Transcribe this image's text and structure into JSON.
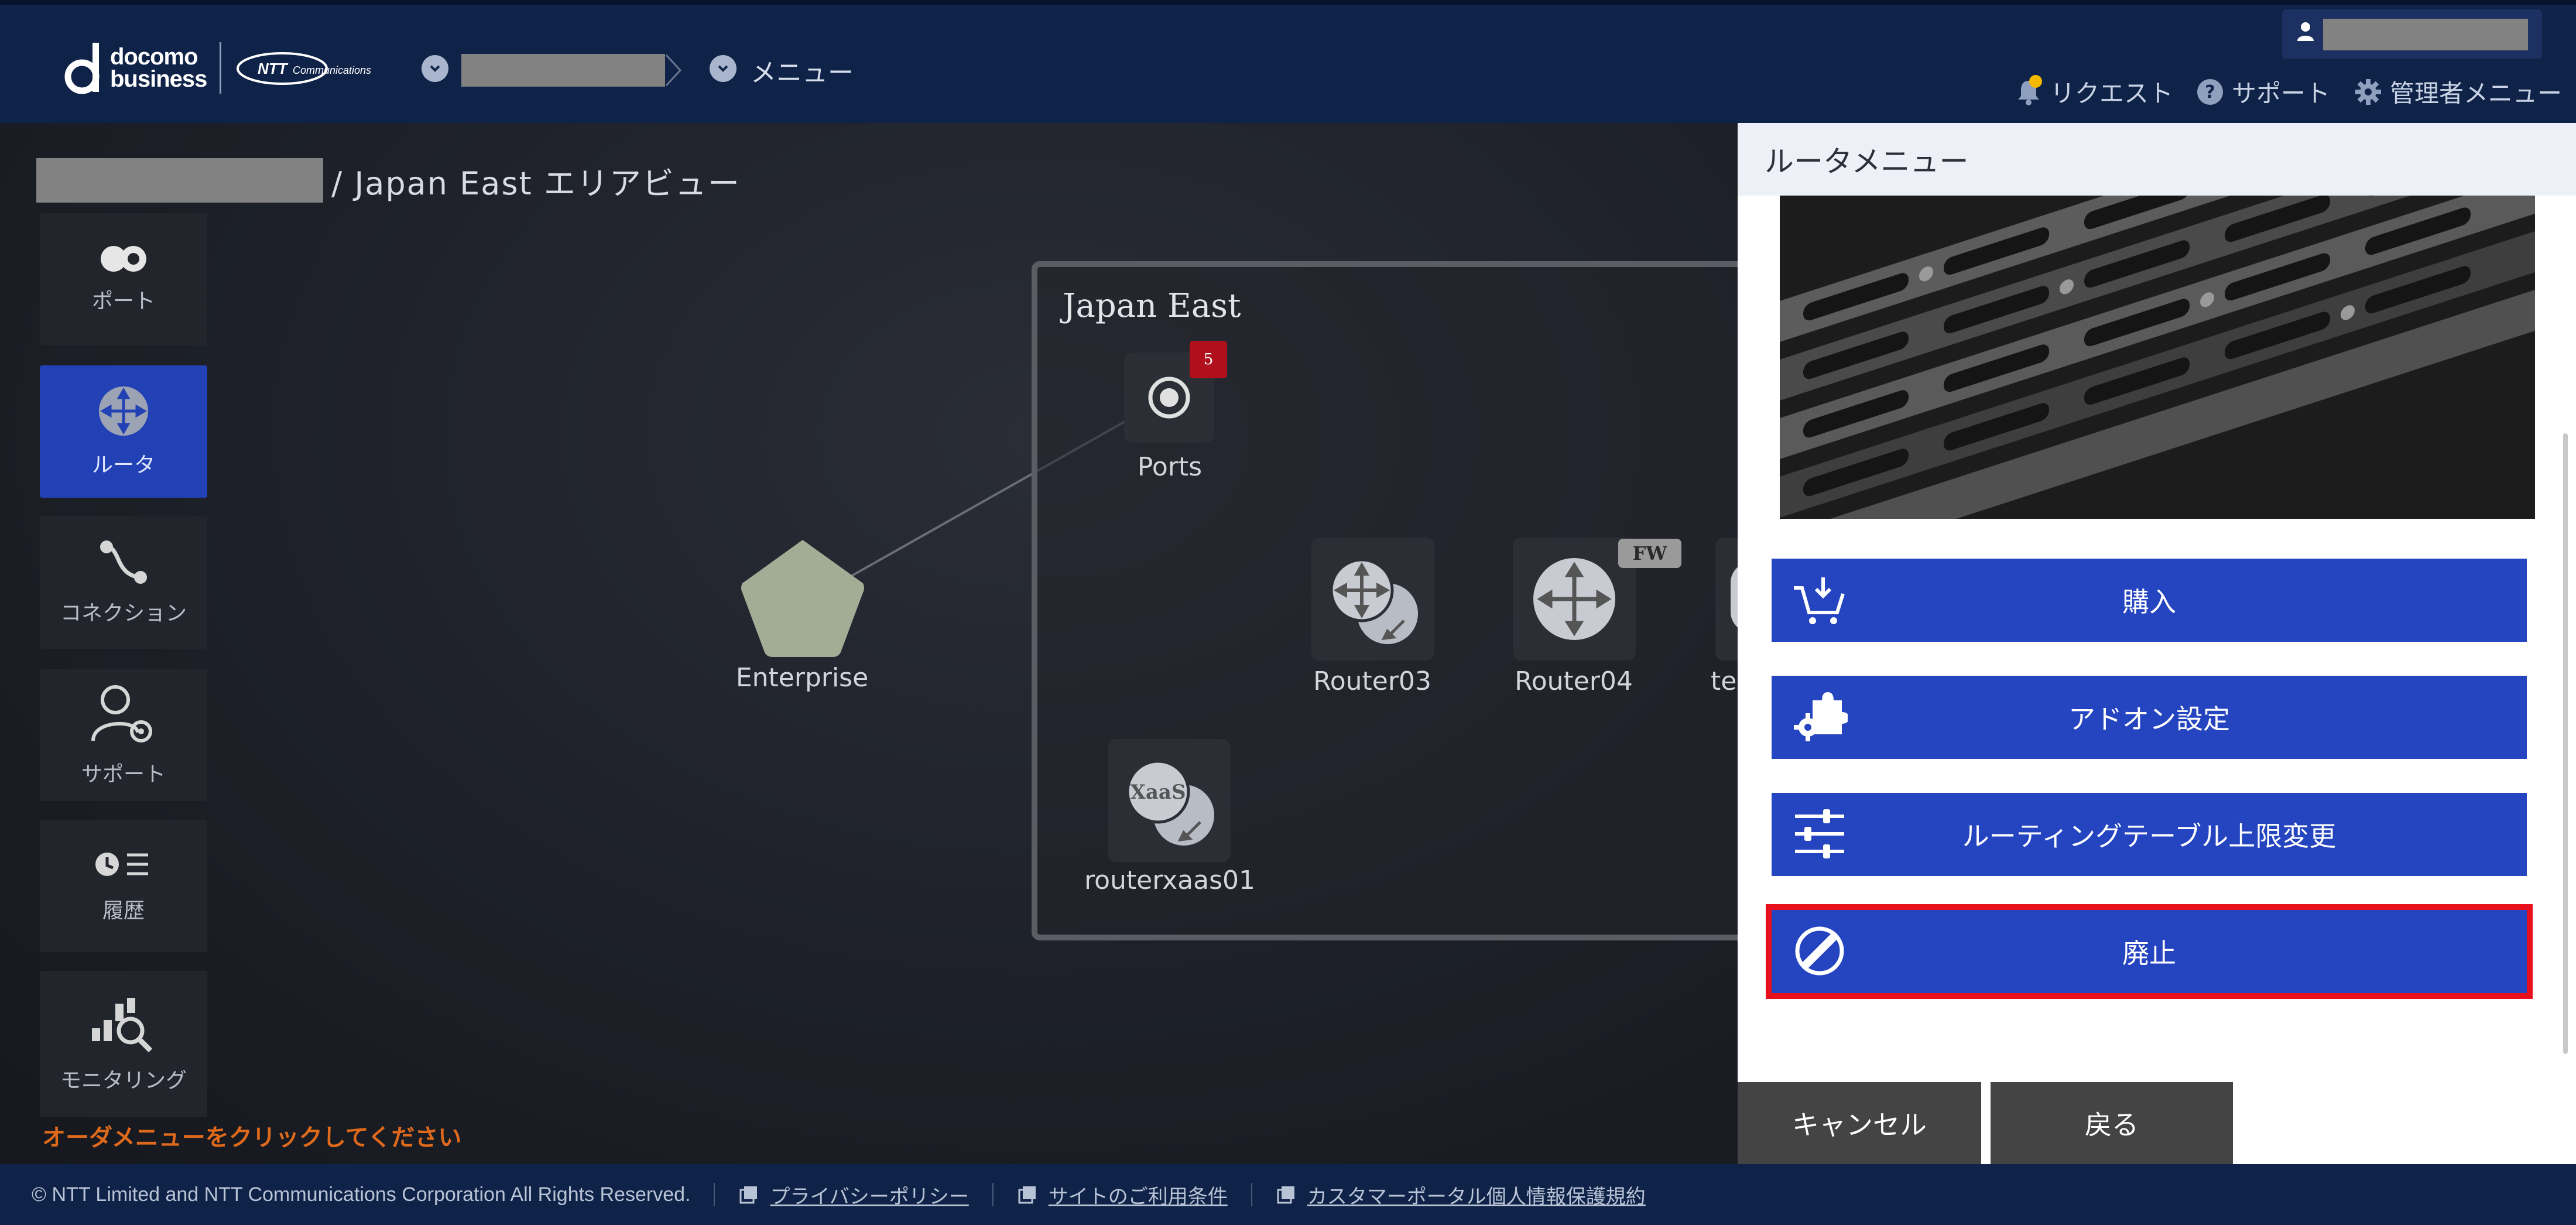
{
  "header": {
    "brand_line1": "docomo",
    "brand_line2": "business",
    "partner_logo_text": "NTT Communications",
    "breadcrumb_menu": "メニュー",
    "nav": {
      "request": "リクエスト",
      "support": "サポート",
      "admin_menu": "管理者メニュー"
    }
  },
  "page": {
    "title_suffix": "/ Japan East エリアビュー",
    "hint": "オーダメニューをクリックしてください"
  },
  "sidebar": {
    "items": [
      {
        "label": "ポート",
        "icon": "port-icon",
        "active": false
      },
      {
        "label": "ルータ",
        "icon": "router-icon",
        "active": true
      },
      {
        "label": "コネクション",
        "icon": "connection-icon",
        "active": false
      },
      {
        "label": "サポート",
        "icon": "support-user-icon",
        "active": false
      },
      {
        "label": "履歴",
        "icon": "history-icon",
        "active": false
      },
      {
        "label": "モニタリング",
        "icon": "monitoring-icon",
        "active": false
      }
    ]
  },
  "diagram": {
    "area_name": "Japan East",
    "nodes": {
      "enterprise": "Enterprise",
      "ports": "Ports",
      "ports_badge": "5",
      "router03": "Router03",
      "router04": "Router04",
      "router04_badge": "FW",
      "partial": "te",
      "routerxaas01": "routerxaas01",
      "xaas_text": "XaaS"
    }
  },
  "panel": {
    "title": "ルータメニュー",
    "buttons": [
      {
        "label": "購入",
        "icon": "cart-icon"
      },
      {
        "label": "アドオン設定",
        "icon": "puzzle-gear-icon"
      },
      {
        "label": "ルーティングテーブル上限変更",
        "icon": "sliders-icon"
      },
      {
        "label": "廃止",
        "icon": "prohibit-icon",
        "highlighted": true
      }
    ],
    "cancel": "キャンセル",
    "back": "戻る"
  },
  "footer": {
    "copyright": "© NTT Limited and NTT Communications Corporation All Rights Reserved.",
    "links": [
      "プライバシーポリシー",
      "サイトのご利用条件",
      "カスタマーポータル個人情報保護規約"
    ]
  },
  "colors": {
    "header_bg": "#0f2247",
    "button_blue": "#2444c0",
    "highlight_red": "#e8101c",
    "hint_orange": "#e06a1c"
  }
}
